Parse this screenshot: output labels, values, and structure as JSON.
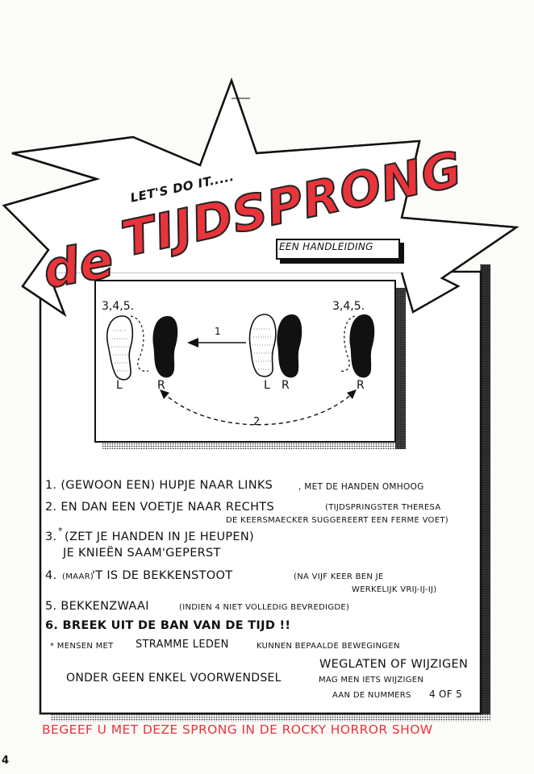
{
  "header": {
    "lets": "LET'S DO IT.....",
    "de": "de",
    "title": "TIJDSPRONG",
    "subtitle": "EEN HANDLEIDING"
  },
  "diagram": {
    "left_steps": "3,4,5.",
    "right_steps": "3,4,5.",
    "arrow1": "1",
    "arrow2": "2",
    "foot_L1": "L",
    "foot_R1": "R",
    "foot_L2": "L",
    "foot_R2": "R",
    "foot_R3": "R"
  },
  "instructions": {
    "l1a": "1. (GEWOON EEN) HUPJE NAAR LINKS",
    "l1b": ", MET DE HANDEN OMHOOG",
    "l2a": "2. EN DAN EEN VOETJE NAAR RECHTS",
    "l2b": "(TIJDSPRINGSTER THERESA",
    "l2c": "DE KEERSMAECKER SUGGEREERT EEN FERME VOET)",
    "l3a": "3.",
    "l3star": "*",
    "l3b": "(ZET JE HANDEN IN JE HEUPEN)",
    "l3c": "JE KNIEËN SAAM'GEPERST",
    "l4a": "4.",
    "l4b": "(MAAR)",
    "l4c": "'T IS DE BEKKENSTOOT",
    "l4d": "(NA VIJF KEER BEN JE",
    "l4e": "WERKELIJK VRIJ-IJ-IJ)",
    "l5a": "5. BEKKENZWAAI",
    "l5b": "(INDIEN 4 NIET VOLLEDIG BEVREDIGDE)",
    "l6": "6. BREEK UIT DE BAN VAN DE TIJD !!",
    "n1a": "* MENSEN MET",
    "n1b": "STRAMME LEDEN",
    "n1c": "KUNNEN BEPAALDE BEWEGINGEN",
    "n2": "WEGLATEN OF WIJZIGEN",
    "n3a": "ONDER GEEN ENKEL VOORWENDSEL",
    "n3b": "MAG MEN IETS WIJZIGEN",
    "n3c": "AAN DE NUMMERS",
    "n3d": "4 OF 5"
  },
  "footer": {
    "tagline": "BEGEEF U MET DEZE SPRONG IN DE ROCKY HORROR SHOW",
    "page_number": "4"
  },
  "colors": {
    "accent_red": "#e8343a",
    "ink": "#111111",
    "paper": "#fbfbf8"
  }
}
